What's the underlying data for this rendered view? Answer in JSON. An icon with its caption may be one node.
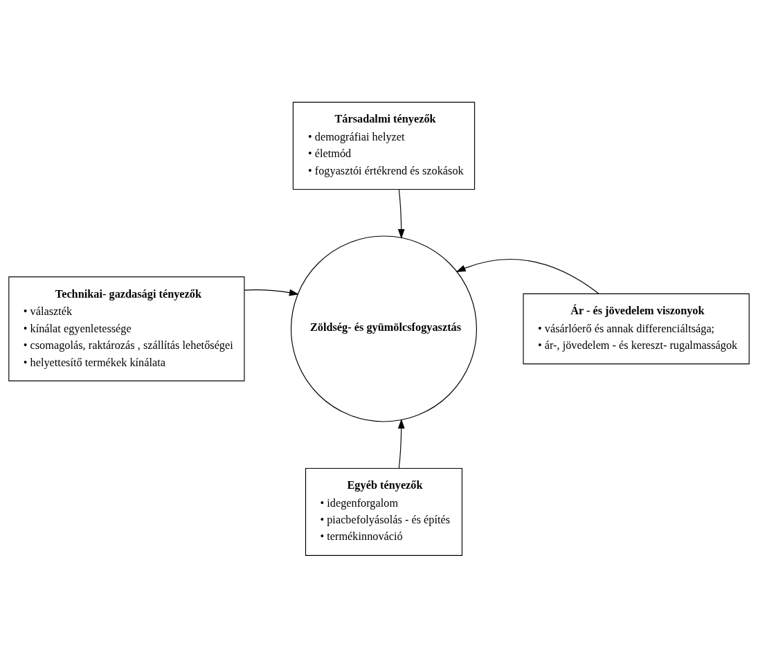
{
  "diagram": {
    "nodes": [
      {
        "text": [
          "Társadalmi tényezők",
          "• demográfiai helyzet",
          "• életmód",
          "• fogyasztói értékrend és szokások"
        ]
      },
      {
        "text": [
          "Technikai- gazdasági tényezők",
          "• választék",
          "• kínálat egyenletessége",
          "• csomagolás, raktározás , szállítás lehetőségei",
          "• helyettesítő termékek kínálata"
        ]
      },
      {
        "text": [
          "Zöldség- és gyümölcsfogyasztás"
        ]
      },
      {
        "text": [
          "Ár - és jövedelem viszonyok",
          "• vásárlóerő és annak differenciáltsága;",
          "• ár-, jövedelem - és kereszt- rugalmasságok"
        ]
      },
      {
        "text": [
          "Egyéb tényezők",
          "• idegenforgalom",
          "• piacbefolyásolás - és építés",
          "• termékinnováció"
        ]
      }
    ],
    "edges": [
      {
        "from": 0,
        "to": 2,
        "arrow": "to"
      },
      {
        "from": 1,
        "to": 2,
        "arrow": "to"
      },
      {
        "from": 3,
        "to": 2,
        "arrow": "to"
      },
      {
        "from": 4,
        "to": 2,
        "arrow": "to"
      }
    ]
  }
}
